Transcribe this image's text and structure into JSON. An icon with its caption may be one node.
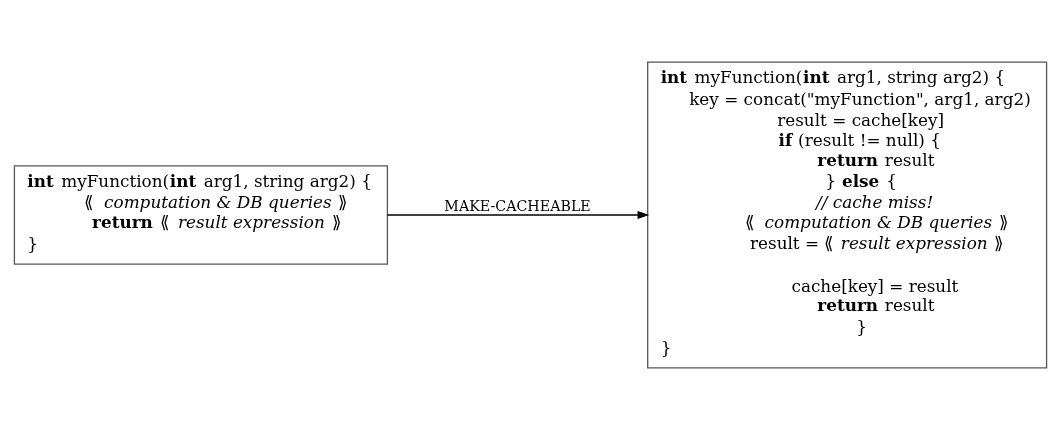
{
  "diagram": {
    "nodes": [
      {
        "text": [
          "**int** myFunction(**int** arg1, string arg2) {",
          "⟪ *computation & DB queries* ⟫",
          "**return** ⟪ *result expression* ⟫",
          "}"
        ]
      },
      {
        "text": [
          "**int** myFunction(**int** arg1, string arg2) {",
          "key = concat(\"myFunction\", arg1, arg2)",
          "result = cache[key]",
          "**if** (result != null) {",
          "**return** result",
          "} **else** {",
          "*// cache miss!*",
          "⟪ *computation & DB queries* ⟫",
          "result = ⟪ *result expression* ⟫",
          "cache[key] = result",
          "**return** result",
          "}",
          "}"
        ]
      }
    ],
    "edges": [
      {
        "from": 0,
        "to": 1,
        "arrow": "to",
        "label": "MAKE-CACHEABLE"
      }
    ]
  }
}
